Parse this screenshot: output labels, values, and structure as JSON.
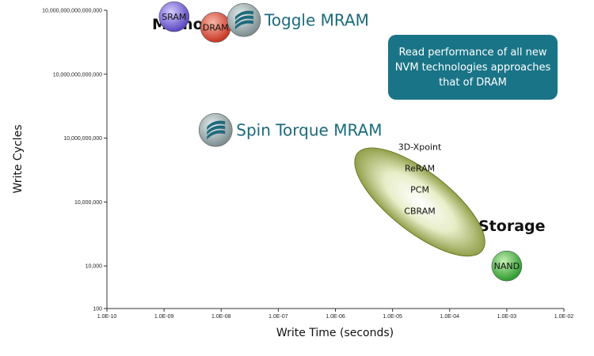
{
  "chart_data": {
    "type": "scatter",
    "xlabel": "Write Time (seconds)",
    "ylabel": "Write Cycles",
    "x_scale": "log",
    "y_scale": "log",
    "xlim": [
      1e-10,
      0.01
    ],
    "ylim": [
      100,
      1e+16
    ],
    "grid": false,
    "x_ticks": [
      "1.0E-10",
      "1.0E-09",
      "1.0E-08",
      "1.0E-07",
      "1.0E-06",
      "1.0E-05",
      "1.0E-04",
      "1.0E-03",
      "1.0E-02"
    ],
    "y_ticks": [
      "100",
      "10,000",
      "10,000,000",
      "10,000,000,000",
      "10,000,000,000,000",
      "10,000,000,000,000,000"
    ],
    "group_labels": [
      "Memory",
      "Storage"
    ],
    "points": [
      {
        "label": "SRAM",
        "x": 1.5e-09,
        "y": 5000000000000000.0,
        "color": "#6a55c8"
      },
      {
        "label": "DRAM",
        "x": 8e-09,
        "y": 1600000000000000.0,
        "color": "#d24a36"
      },
      {
        "label": "Toggle MRAM",
        "x": 2.5e-08,
        "y": 3500000000000000.0,
        "color": "#8a9a9c"
      },
      {
        "label": "Spin Torque MRAM",
        "x": 8e-09,
        "y": 24000000000.0,
        "color": "#8a9a9c"
      },
      {
        "label": "NAND",
        "x": 0.001,
        "y": 10000.0,
        "color": "#3aa83a"
      }
    ],
    "regions": [
      {
        "labels": [
          "3D-Xpoint",
          "ReRAM",
          "PCM",
          "CBRAM"
        ],
        "color": "#7a8a1e"
      }
    ],
    "annotations": [
      "Read performance of all new NVM technologies approaches that of DRAM"
    ]
  }
}
